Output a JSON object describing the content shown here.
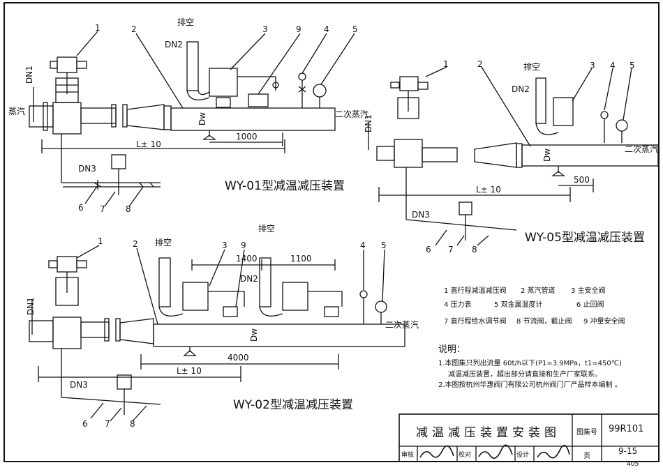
{
  "legend": [
    {
      "num": "1",
      "text": "直行程减温减压阀"
    },
    {
      "num": "2",
      "text": "蒸汽管道"
    },
    {
      "num": "3",
      "text": "主安全阀"
    },
    {
      "num": "4",
      "text": "压力表"
    },
    {
      "num": "5",
      "text": "双金属温度计"
    },
    {
      "num": "6",
      "text": "止回阀"
    },
    {
      "num": "7",
      "text": "直行程给水调节阀"
    },
    {
      "num": "8",
      "text": "节流阀，截止阀"
    },
    {
      "num": "9",
      "text": "冲量安全阀"
    }
  ],
  "notes": {
    "heading": "说明：",
    "lines": [
      "1.本图集只列出流量 60t/h以下(P1=3.9MPa，t1=450℃)",
      "减温减压装置，超出部分请直接和生产厂家联系。",
      "2.本图按杭州华惠阀门有限公司杭州阀门厂产品样本编制 。"
    ]
  },
  "diagrams": {
    "wy01": {
      "title": "WY-01型减温减压装置",
      "labels": {
        "steam_in": "蒸汽",
        "steam_out": "二次蒸汽",
        "vent": "排空",
        "dn1": "DN1",
        "dn2": "DN2",
        "dn3": "DN3",
        "dw": "Dw",
        "dim_l": "L± 10",
        "dim_a": "1000"
      },
      "nums": [
        "1",
        "2",
        "3",
        "9",
        "4",
        "5",
        "6",
        "7",
        "8"
      ]
    },
    "wy05": {
      "title": "WY-05型减温减压装置",
      "labels": {
        "steam_out": "二次蒸汽",
        "vent": "排空",
        "dn1": "DN1",
        "dn2": "DN2",
        "dn3": "DN3",
        "dw": "Dw",
        "dim_l": "L± 10",
        "dim_a": "500"
      },
      "nums": [
        "1",
        "2",
        "3",
        "4",
        "5",
        "6",
        "7",
        "8"
      ]
    },
    "wy02": {
      "title": "WY-02型减温减压装置",
      "labels": {
        "steam_out": "二次蒸汽",
        "vent1": "排空",
        "vent2": "排空",
        "dn1": "DN1",
        "dn2": "DN2",
        "dn3": "DN3",
        "dw": "Dw",
        "dim_l": "L± 10",
        "dim_a": "4000",
        "dim_b": "1400",
        "dim_c": "1100"
      },
      "nums": [
        "1",
        "2",
        "3",
        "9",
        "4",
        "5",
        "6",
        "7",
        "8"
      ]
    }
  },
  "title_block": {
    "drawing_title": "减温减压装置安装图",
    "atlas_label": "图集号",
    "atlas_no": "99R101",
    "review_label": "审核",
    "check_label": "校对",
    "design_label": "设计",
    "page_label": "页",
    "page_no": "9-15",
    "sheet_no": "405"
  }
}
